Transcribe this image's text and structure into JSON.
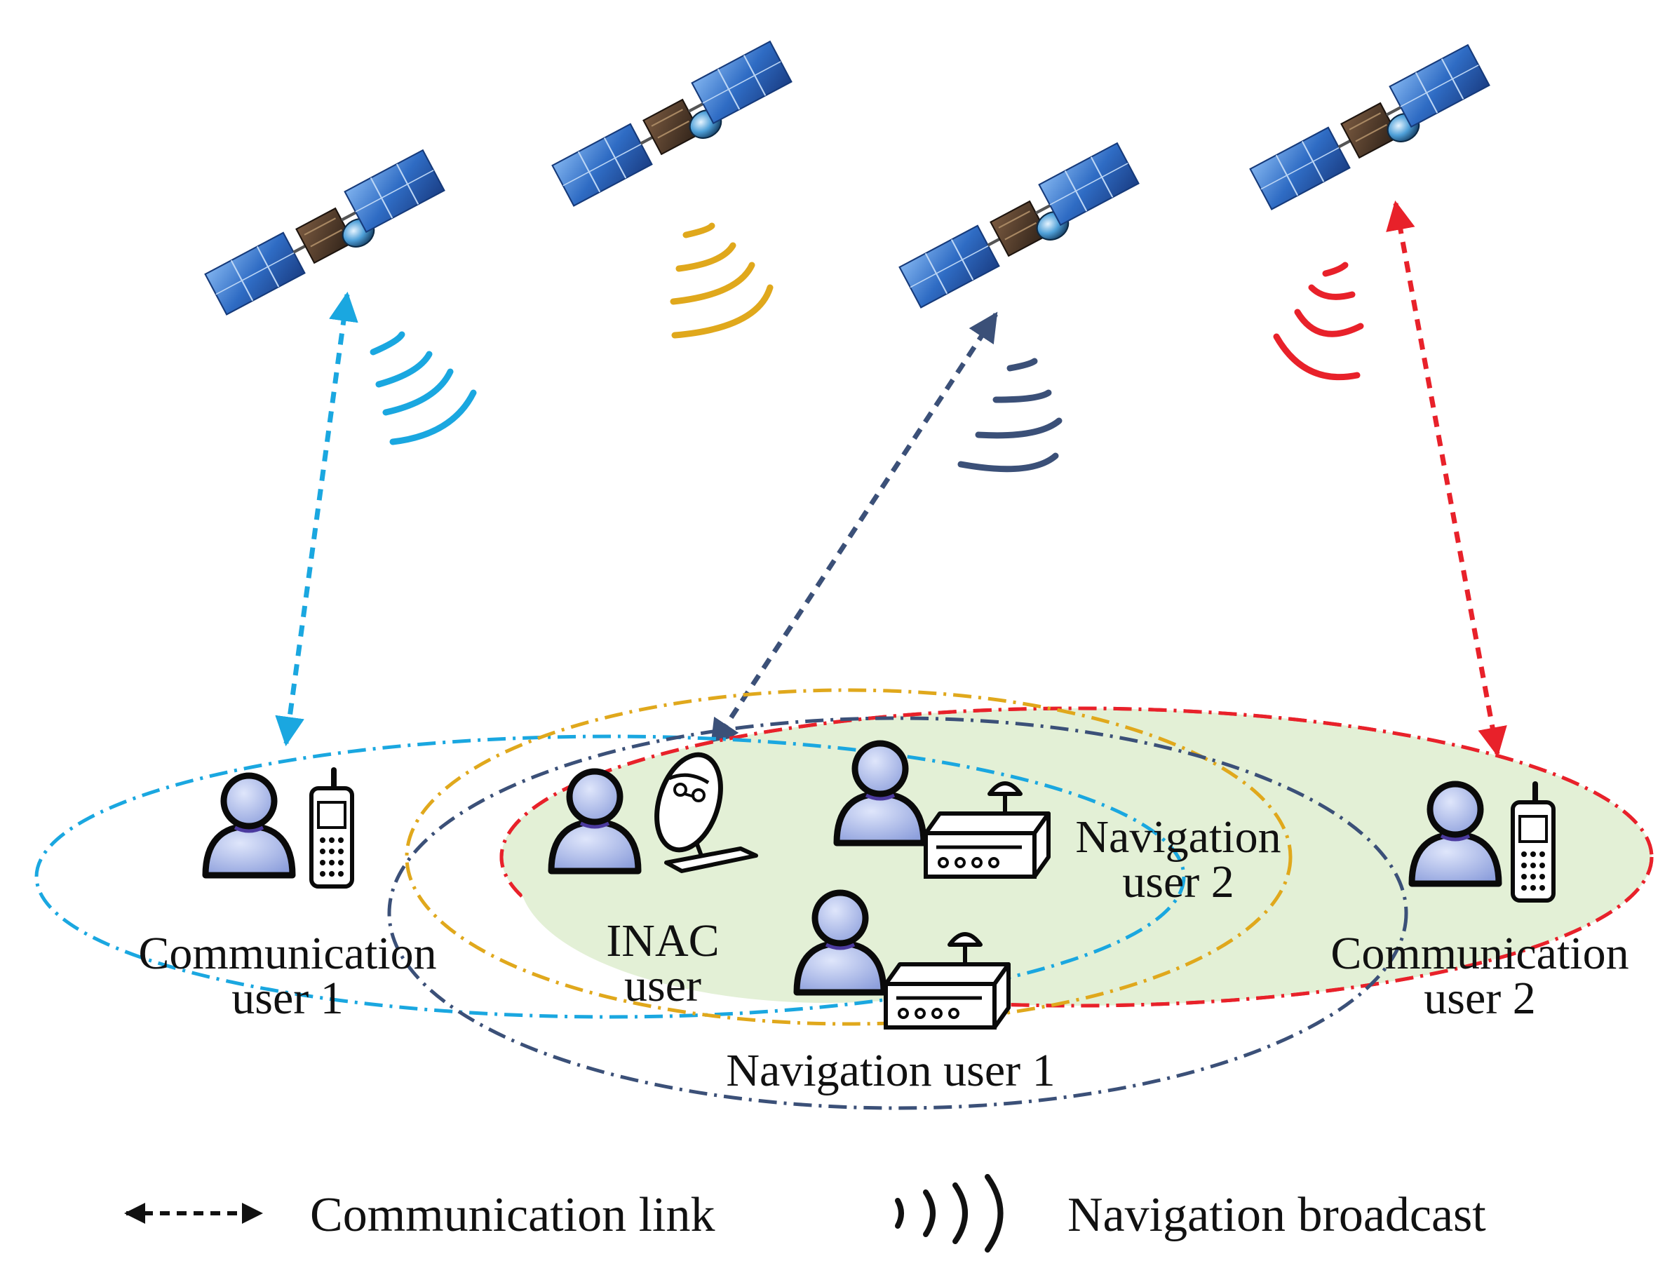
{
  "labels": {
    "comm_user_1": [
      "Communication",
      "user 1"
    ],
    "comm_user_2": [
      "Communication",
      "user 2"
    ],
    "inac_user": [
      "INAC",
      "user"
    ],
    "nav_user_1": "Navigation user 1",
    "nav_user_2": [
      "Navigation",
      "user 2"
    ]
  },
  "legend": {
    "communication_link": "Communication link",
    "navigation_broadcast": "Navigation broadcast"
  },
  "colors": {
    "cyan": "#1aa7e0",
    "gold": "#e0a81c",
    "navy": "#3b5078",
    "red": "#e8212a",
    "zone_fill": "#e3f0d6",
    "person_fill": "#a9b8e6"
  },
  "icons": {
    "satellite": "satellite-icon",
    "person": "person-icon",
    "phone": "mobile-phone-icon",
    "dish": "satellite-dish-icon",
    "receiver": "navigation-receiver-icon"
  }
}
